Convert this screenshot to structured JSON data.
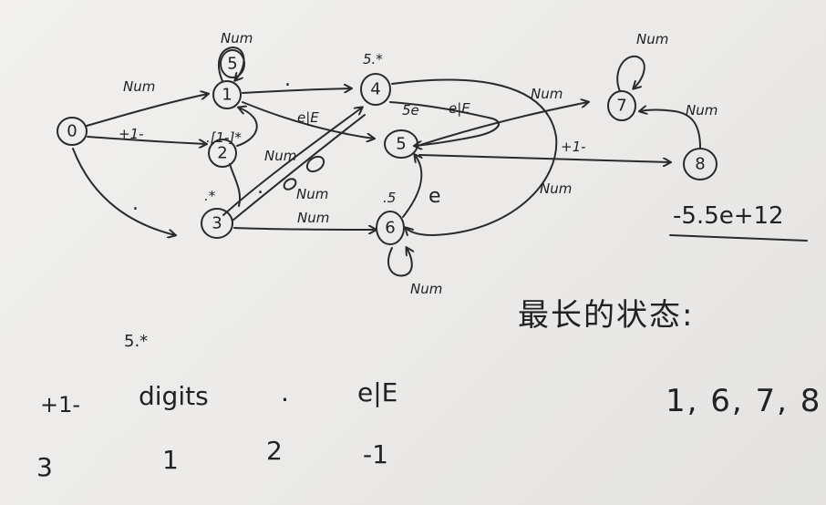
{
  "states": [
    {
      "id": "s0",
      "num": "0",
      "tag": ""
    },
    {
      "id": "s1",
      "num": "1",
      "tag": ""
    },
    {
      "id": "s2",
      "num": "2",
      "tag": ".[1-]*"
    },
    {
      "id": "s3",
      "num": "3",
      "tag": ".*"
    },
    {
      "id": "s4",
      "num": "4",
      "tag": "5.*"
    },
    {
      "id": "s5",
      "num": "5",
      "tag": "5e"
    },
    {
      "id": "s6",
      "num": "6",
      "tag": ".5"
    },
    {
      "id": "s7",
      "num": "7",
      "tag": ""
    },
    {
      "id": "s8",
      "num": "8",
      "tag": ""
    },
    {
      "id": "s5top",
      "num": "5",
      "tag": ""
    }
  ],
  "edge_labels": {
    "num_0_1": "Num",
    "pm_0_2": "+1-",
    "dot_0_3": ".",
    "num_self_1": "Num",
    "dot_1_4": ".",
    "eE_1_5": "e|E",
    "num_2_1": "Num",
    "dot_3": ".",
    "num_3_4": "Num",
    "num_3_6": "Num",
    "eE_4_5": "e|E",
    "num_5_7": "Num",
    "pm_5_8": "+1-",
    "num_self_7": "Num",
    "num_8_7": "Num",
    "num_4_6": "Num",
    "e_6_5": "e",
    "num_self_6": "Num"
  },
  "example": "-5.5e+12",
  "final_label": "最长的状态:",
  "final_states": "1, 6, 7, 8",
  "table": {
    "header_note": "5.*",
    "headers": [
      "+1-",
      "digits",
      ".",
      "e|E"
    ],
    "row": [
      "3",
      "1",
      "2",
      "-1"
    ]
  }
}
